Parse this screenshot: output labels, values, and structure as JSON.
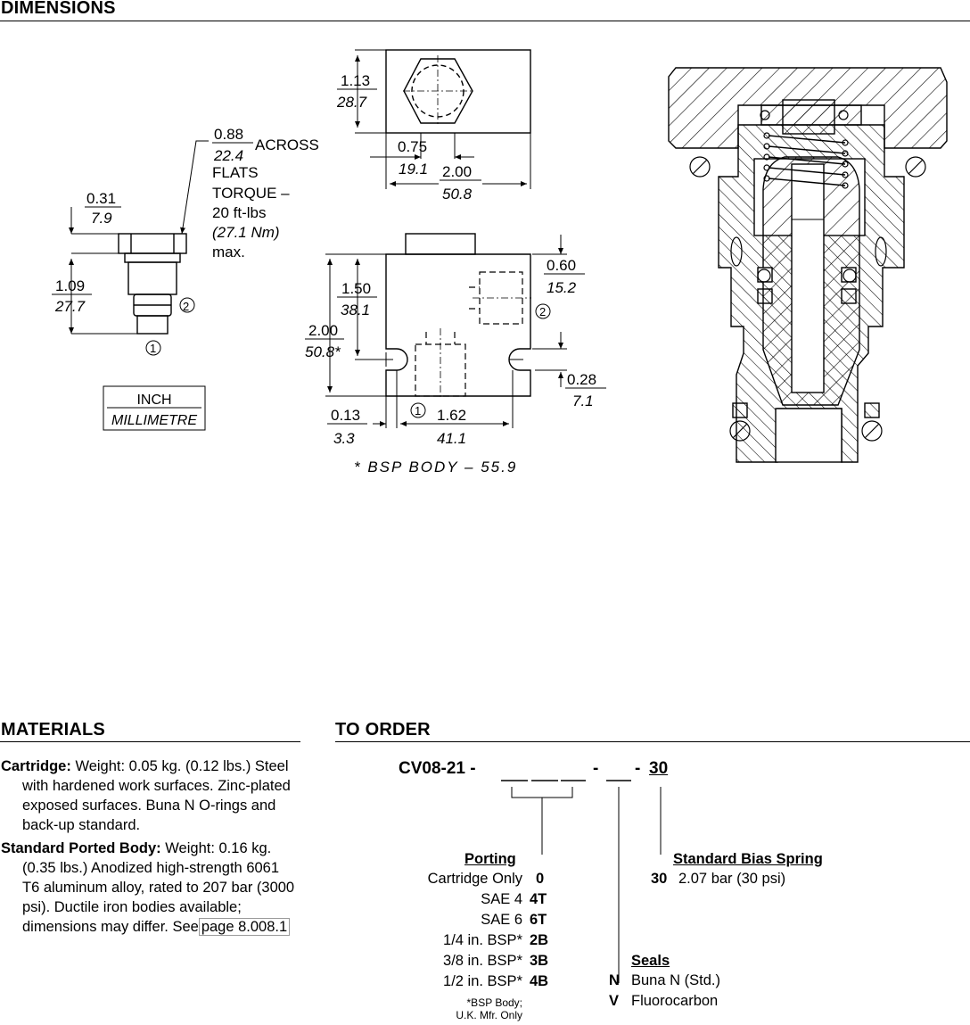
{
  "headers": {
    "dimensions": "DIMENSIONS",
    "materials": "MATERIALS",
    "to_order": "TO ORDER"
  },
  "dims": {
    "hex_flats": {
      "inch": "0.88",
      "mm": "22.4",
      "word1": "ACROSS",
      "word2": "FLATS"
    },
    "torque": {
      "line1": "TORQUE –",
      "line2": "20 ft-lbs",
      "line3": "(27.1 Nm)",
      "line4": "max."
    },
    "hex_height": {
      "inch": "0.31",
      "mm": "7.9"
    },
    "body_length": {
      "inch": "1.09",
      "mm": "27.7"
    },
    "port1": "1",
    "port2": "2",
    "legend": {
      "inch": "INCH",
      "mm": "MILLIMETRE"
    },
    "top_height": {
      "inch": "1.13",
      "mm": "28.7"
    },
    "top_hex": {
      "inch": "0.75",
      "mm": "19.1"
    },
    "top_width": {
      "inch": "2.00",
      "mm": "50.8"
    },
    "side_upper": {
      "inch": "1.50",
      "mm": "38.1"
    },
    "side_total": {
      "inch": "2.00",
      "mm": "50.8*"
    },
    "port_offset": {
      "inch": "0.60",
      "mm": "15.2"
    },
    "hole_offset": {
      "inch": "0.28",
      "mm": "7.1"
    },
    "edge_offset": {
      "inch": "0.13",
      "mm": "3.3"
    },
    "hole_spacing": {
      "inch": "1.62",
      "mm": "41.1"
    },
    "bsp_note": "* BSP BODY – 55.9"
  },
  "materials": {
    "cartridge_label": "Cartridge:",
    "cartridge_text": "Weight: 0.05 kg. (0.12 lbs.) Steel with hardened work surfaces. Zinc-plated exposed surfaces. Buna N O-rings and back-up standard.",
    "body_label": "Standard Ported Body:",
    "body_text": "Weight: 0.16 kg. (0.35 lbs.) Anodized high-strength 6061 T6 aluminum alloy, rated to 207 bar (3000 psi). Ductile iron bodies available; dimensions may differ. See",
    "page_ref": "page 8.008.1"
  },
  "order": {
    "model_prefix": "CV08-21 -",
    "dash1": "-",
    "dash2": "-",
    "spring_code": "30",
    "porting_title": "Porting",
    "porting": [
      {
        "label": "Cartridge Only",
        "code": "0"
      },
      {
        "label": "SAE 4",
        "code": "4T"
      },
      {
        "label": "SAE 6",
        "code": "6T"
      },
      {
        "label": "1/4 in. BSP*",
        "code": "2B"
      },
      {
        "label": "3/8 in. BSP*",
        "code": "3B"
      },
      {
        "label": "1/2 in. BSP*",
        "code": "4B"
      }
    ],
    "porting_note_1": "*BSP Body;",
    "porting_note_2": "U.K. Mfr. Only",
    "spring_title": "Standard Bias Spring",
    "spring": {
      "code": "30",
      "text": "2.07 bar (30 psi)"
    },
    "seals_title": "Seals",
    "seals": [
      {
        "code": "N",
        "text": "Buna N (Std.)"
      },
      {
        "code": "V",
        "text": "Fluorocarbon"
      }
    ]
  }
}
